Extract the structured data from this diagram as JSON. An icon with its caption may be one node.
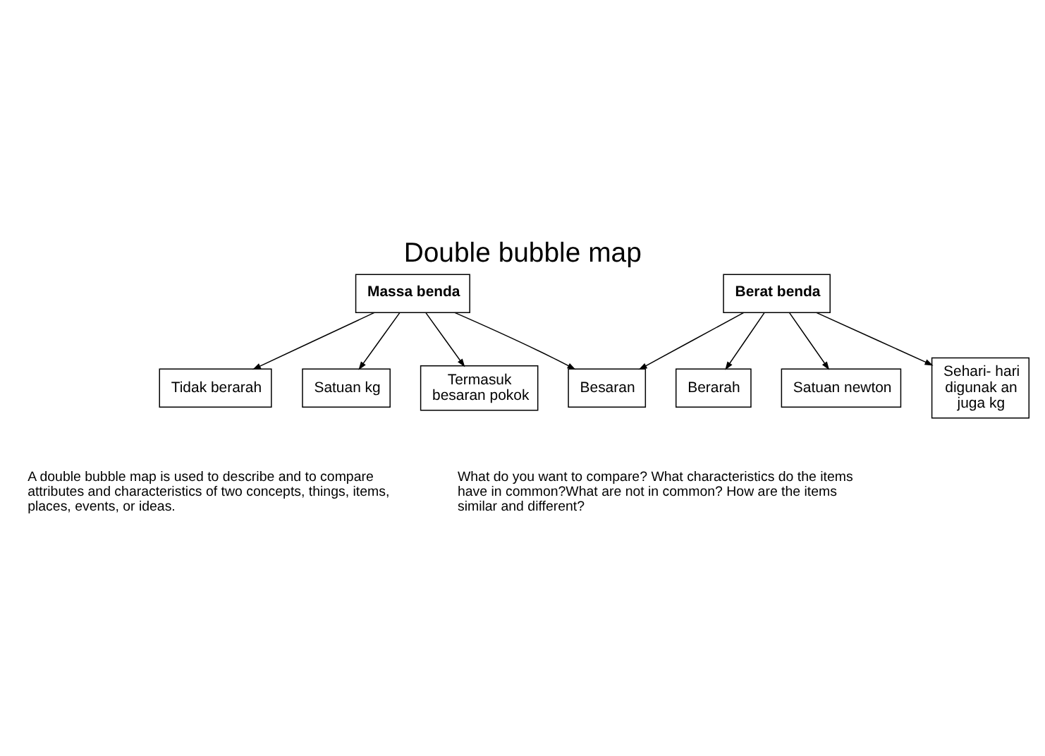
{
  "diagram": {
    "title": "Double bubble map",
    "nodes": [
      {
        "text": [
          "Tidak berarah"
        ]
      },
      {
        "text": [
          "Massa benda"
        ]
      },
      {
        "text": [
          "Satuan kg"
        ]
      },
      {
        "text": [
          "Termasuk besaran pokok"
        ]
      },
      {
        "text": [
          "Besaran"
        ]
      },
      {
        "text": [
          "Berat benda"
        ]
      },
      {
        "text": [
          "Berarah"
        ]
      },
      {
        "text": [
          "Satuan newton"
        ]
      },
      {
        "text": [
          "Sehari- hari digunak an juga kg"
        ]
      }
    ],
    "edges": [
      {
        "from": 1,
        "to": 0,
        "arrow": "to"
      },
      {
        "from": 1,
        "to": 2,
        "arrow": "to"
      },
      {
        "from": 1,
        "to": 3,
        "arrow": "to"
      },
      {
        "from": 1,
        "to": 4,
        "arrow": "to"
      },
      {
        "from": 5,
        "to": 4,
        "arrow": "to"
      },
      {
        "from": 5,
        "to": 6,
        "arrow": "to"
      },
      {
        "from": 5,
        "to": 7,
        "arrow": "to"
      },
      {
        "from": 5,
        "to": 8,
        "arrow": "to"
      }
    ],
    "labels": [
      "A double bubble map is used to describe and to compare attributes and characteristics of two concepts, things, items, places, events, or ideas.",
      "What do you want to compare? What characteristics do the items have in common?What are not in common? How are the items similar and different?"
    ]
  }
}
